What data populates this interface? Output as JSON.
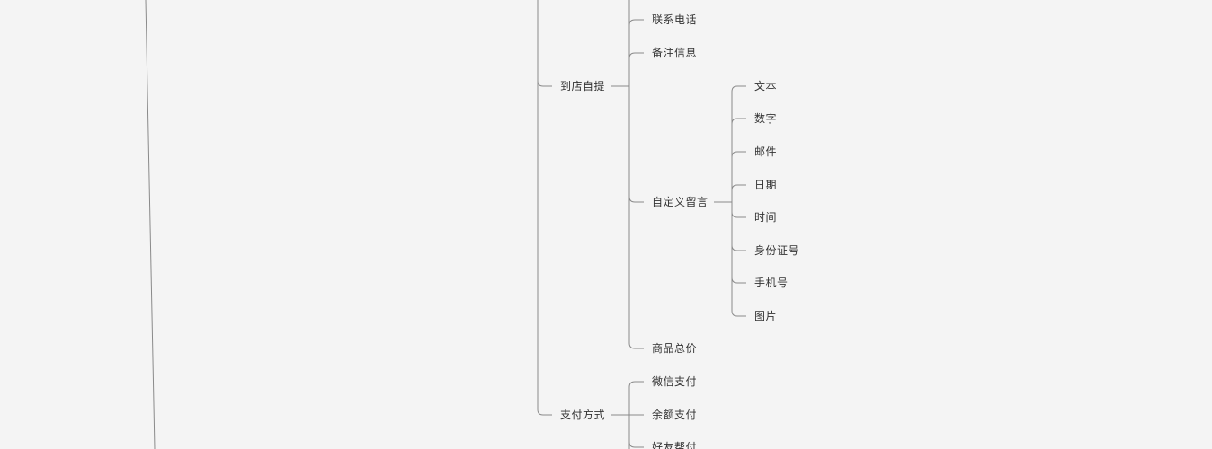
{
  "mindmap": {
    "line_color": "#8a8a8a",
    "text_color": "#333333",
    "background": "#f4f4f4",
    "nodes": {
      "pickup": "到店自提",
      "payment": "支付方式",
      "pickup_children": {
        "phone": "联系电话",
        "note": "备注信息",
        "custom_message": "自定义留言",
        "total_price": "商品总价"
      },
      "custom_message_children": {
        "text": "文本",
        "number": "数字",
        "email": "邮件",
        "date": "日期",
        "time": "时间",
        "id_number": "身份证号",
        "mobile": "手机号",
        "image": "图片"
      },
      "payment_children": {
        "wechat": "微信支付",
        "balance": "余额支付",
        "friend": "好友帮付"
      }
    }
  }
}
